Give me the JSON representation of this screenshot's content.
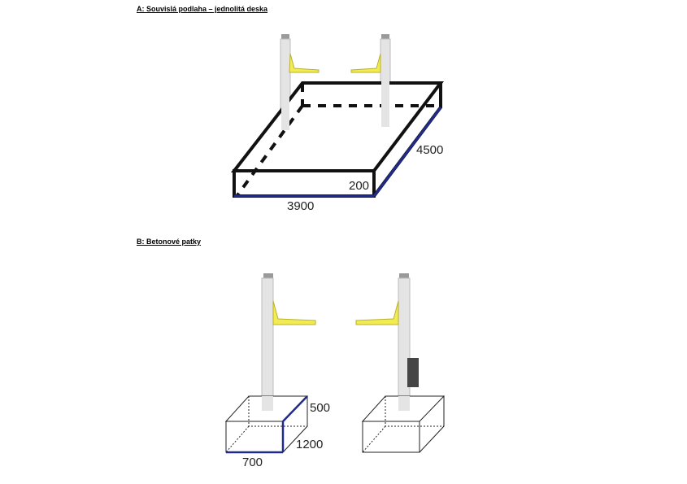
{
  "section_a": {
    "heading": "A: Souvislá podlaha – jednolitá deska",
    "dim_length": "3900",
    "dim_width": "4500",
    "dim_thickness": "200"
  },
  "section_b": {
    "heading": "B: Betonové patky",
    "dim_height": "500",
    "dim_width": "700",
    "dim_depth": "1200"
  },
  "colors": {
    "outline": "#111111",
    "dimension_edge": "#1f2a8c",
    "column": "#e2e2e2",
    "arm": "#f2ec52"
  }
}
